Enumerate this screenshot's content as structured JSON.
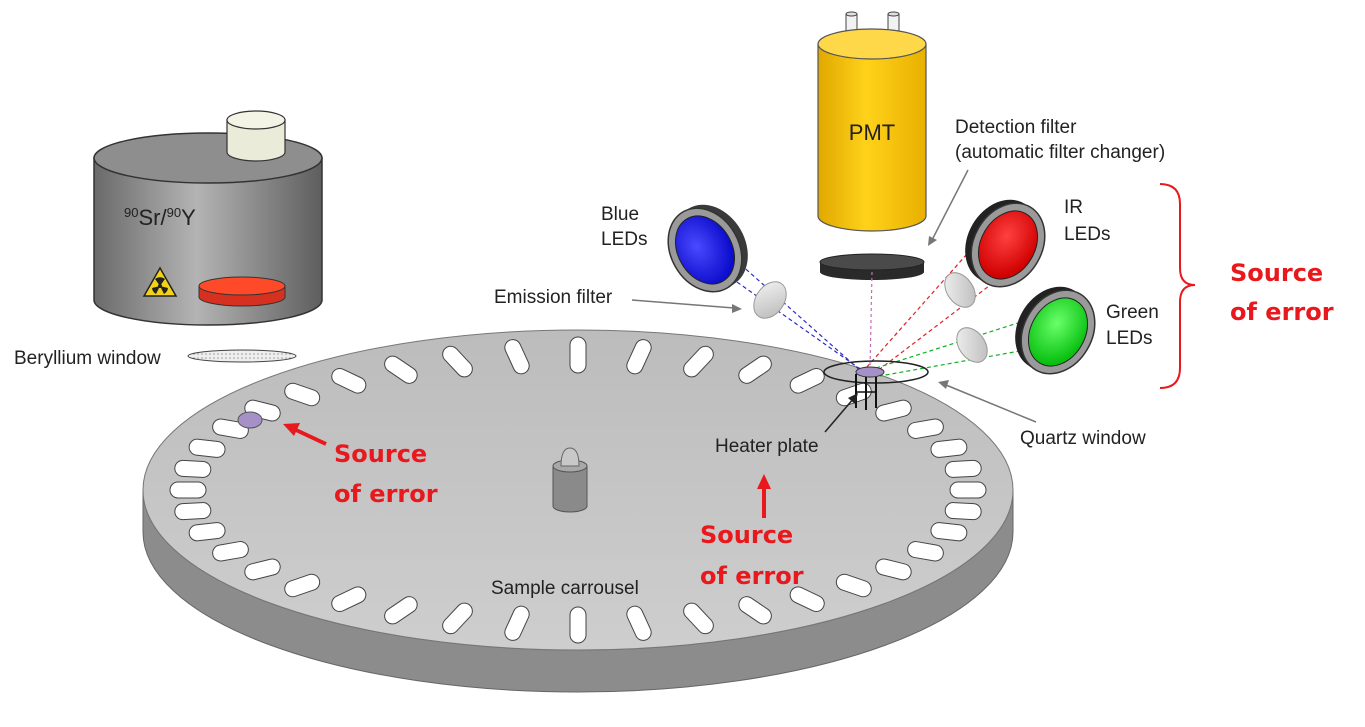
{
  "labels": {
    "source_isotope": "Sr/Y",
    "source_isotope_sr_mass": "90",
    "source_isotope_y_mass": "90",
    "beryllium_window": "Beryllium window",
    "pmt": "PMT",
    "detection_filter_line1": "Detection filter",
    "detection_filter_line2": "(automatic filter changer)",
    "blue_leds_line1": "Blue",
    "blue_leds_line2": "LEDs",
    "ir_leds_line1": "IR",
    "ir_leds_line2": "LEDs",
    "green_leds_line1": "Green",
    "green_leds_line2": "LEDs",
    "emission_filter": "Emission filter",
    "heater_plate": "Heater plate",
    "quartz_window": "Quartz window",
    "sample_carrousel": "Sample carrousel"
  },
  "error_annotations": [
    {
      "line1": "Source",
      "line2": "of error"
    },
    {
      "line1": "Source",
      "line2": "of error"
    },
    {
      "line1": "Source",
      "line2": "of error"
    }
  ],
  "colors": {
    "error_red": "#e8181c",
    "pmt_yellow": "#f5c400",
    "blue_led": "#1a1aff",
    "ir_led": "#ff1010",
    "green_led": "#10e020",
    "source_disc": "#ff4a2a",
    "carousel_top": "#c4c4c4",
    "carousel_side": "#8c8c8c"
  }
}
